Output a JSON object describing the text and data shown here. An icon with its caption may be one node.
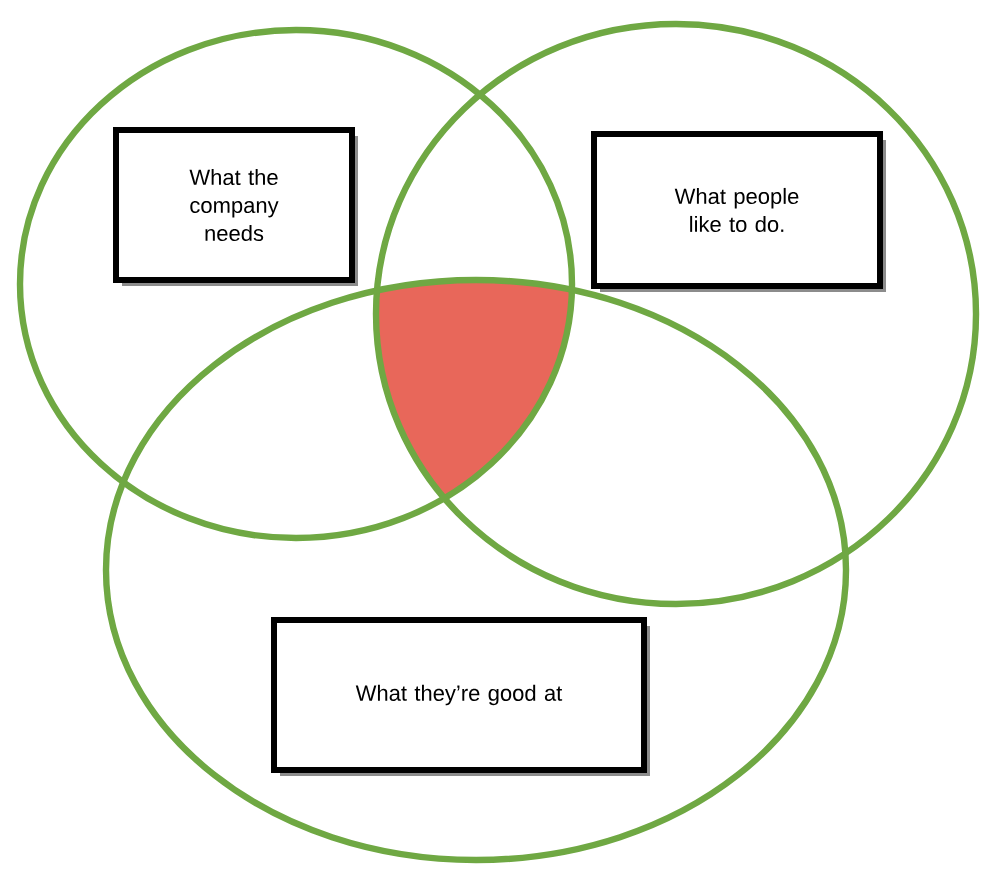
{
  "diagram": {
    "nodes": [
      {
        "text": [],
        "shape": "circle"
      },
      {
        "text": [],
        "shape": "circle"
      },
      {
        "text": [],
        "shape": "circle"
      },
      {
        "text": [
          "What the company needs"
        ],
        "in": 0
      },
      {
        "text": [
          "What people like to do."
        ],
        "in": 1
      },
      {
        "text": [
          "What they’re good at"
        ],
        "in": 2
      }
    ],
    "edges": []
  }
}
